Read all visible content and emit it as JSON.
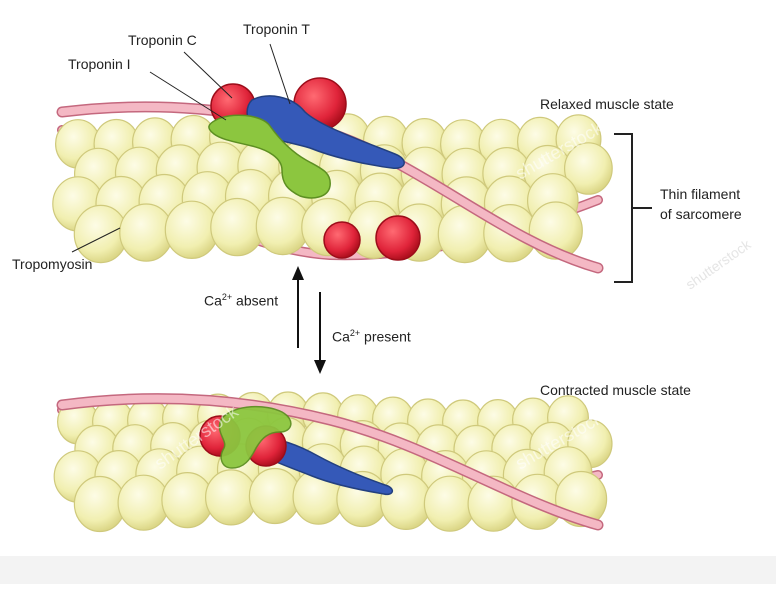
{
  "labels": {
    "troponin_t": "Troponin T",
    "troponin_c": "Troponin C",
    "troponin_i": "Troponin I",
    "tropomyosin": "Tropomyosin",
    "relaxed_state": "Relaxed muscle state",
    "thin_filament_line1": "Thin filament",
    "thin_filament_line2": "of sarcomere",
    "ca_absent_base": "Ca",
    "ca_absent_sup": "2+",
    "ca_absent_suffix": " absent",
    "ca_present_base": "Ca",
    "ca_present_sup": "2+",
    "ca_present_suffix": " present",
    "contracted_state": "Contracted muscle state"
  },
  "watermark": "shutterstock",
  "colors": {
    "actin": "#f3f1b4",
    "actin_stroke": "#d8d48a",
    "tropomyosin": "#f4b8c4",
    "tropomyosin_stroke": "#c4687e",
    "troponin_c": "#e0243a",
    "troponin_t": "#3559b8",
    "troponin_i": "#8cc63f"
  }
}
